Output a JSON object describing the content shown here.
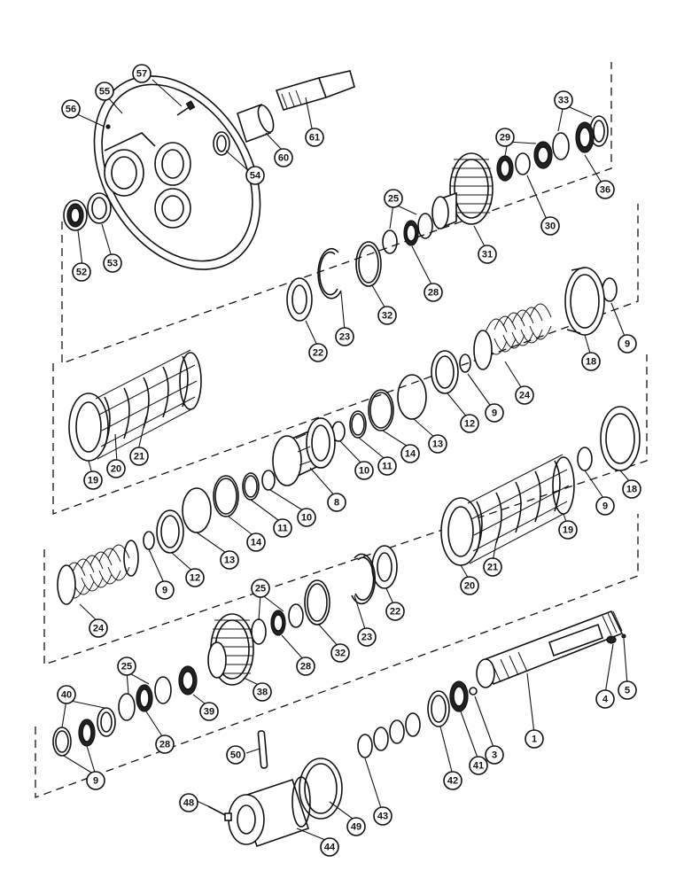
{
  "callouts": [
    {
      "label": "57"
    },
    {
      "label": "55"
    },
    {
      "label": "56"
    },
    {
      "label": "54"
    },
    {
      "label": "60"
    },
    {
      "label": "61"
    },
    {
      "label": "33"
    },
    {
      "label": "29"
    },
    {
      "label": "36"
    },
    {
      "label": "30"
    },
    {
      "label": "25"
    },
    {
      "label": "31"
    },
    {
      "label": "28"
    },
    {
      "label": "52"
    },
    {
      "label": "53"
    },
    {
      "label": "22"
    },
    {
      "label": "23"
    },
    {
      "label": "32"
    },
    {
      "label": "9"
    },
    {
      "label": "18"
    },
    {
      "label": "24"
    },
    {
      "label": "12"
    },
    {
      "label": "9"
    },
    {
      "label": "13"
    },
    {
      "label": "14"
    },
    {
      "label": "11"
    },
    {
      "label": "10"
    },
    {
      "label": "19"
    },
    {
      "label": "20"
    },
    {
      "label": "21"
    },
    {
      "label": "8"
    },
    {
      "label": "10"
    },
    {
      "label": "11"
    },
    {
      "label": "14"
    },
    {
      "label": "13"
    },
    {
      "label": "12"
    },
    {
      "label": "9"
    },
    {
      "label": "18"
    },
    {
      "label": "19"
    },
    {
      "label": "24"
    },
    {
      "label": "9"
    },
    {
      "label": "21"
    },
    {
      "label": "20"
    },
    {
      "label": "25"
    },
    {
      "label": "32"
    },
    {
      "label": "23"
    },
    {
      "label": "22"
    },
    {
      "label": "28"
    },
    {
      "label": "38"
    },
    {
      "label": "39"
    },
    {
      "label": "25"
    },
    {
      "label": "28"
    },
    {
      "label": "40"
    },
    {
      "label": "9"
    },
    {
      "label": "4"
    },
    {
      "label": "5"
    },
    {
      "label": "1"
    },
    {
      "label": "3"
    },
    {
      "label": "41"
    },
    {
      "label": "42"
    },
    {
      "label": "50"
    },
    {
      "label": "43"
    },
    {
      "label": "49"
    },
    {
      "label": "48"
    },
    {
      "label": "44"
    }
  ]
}
